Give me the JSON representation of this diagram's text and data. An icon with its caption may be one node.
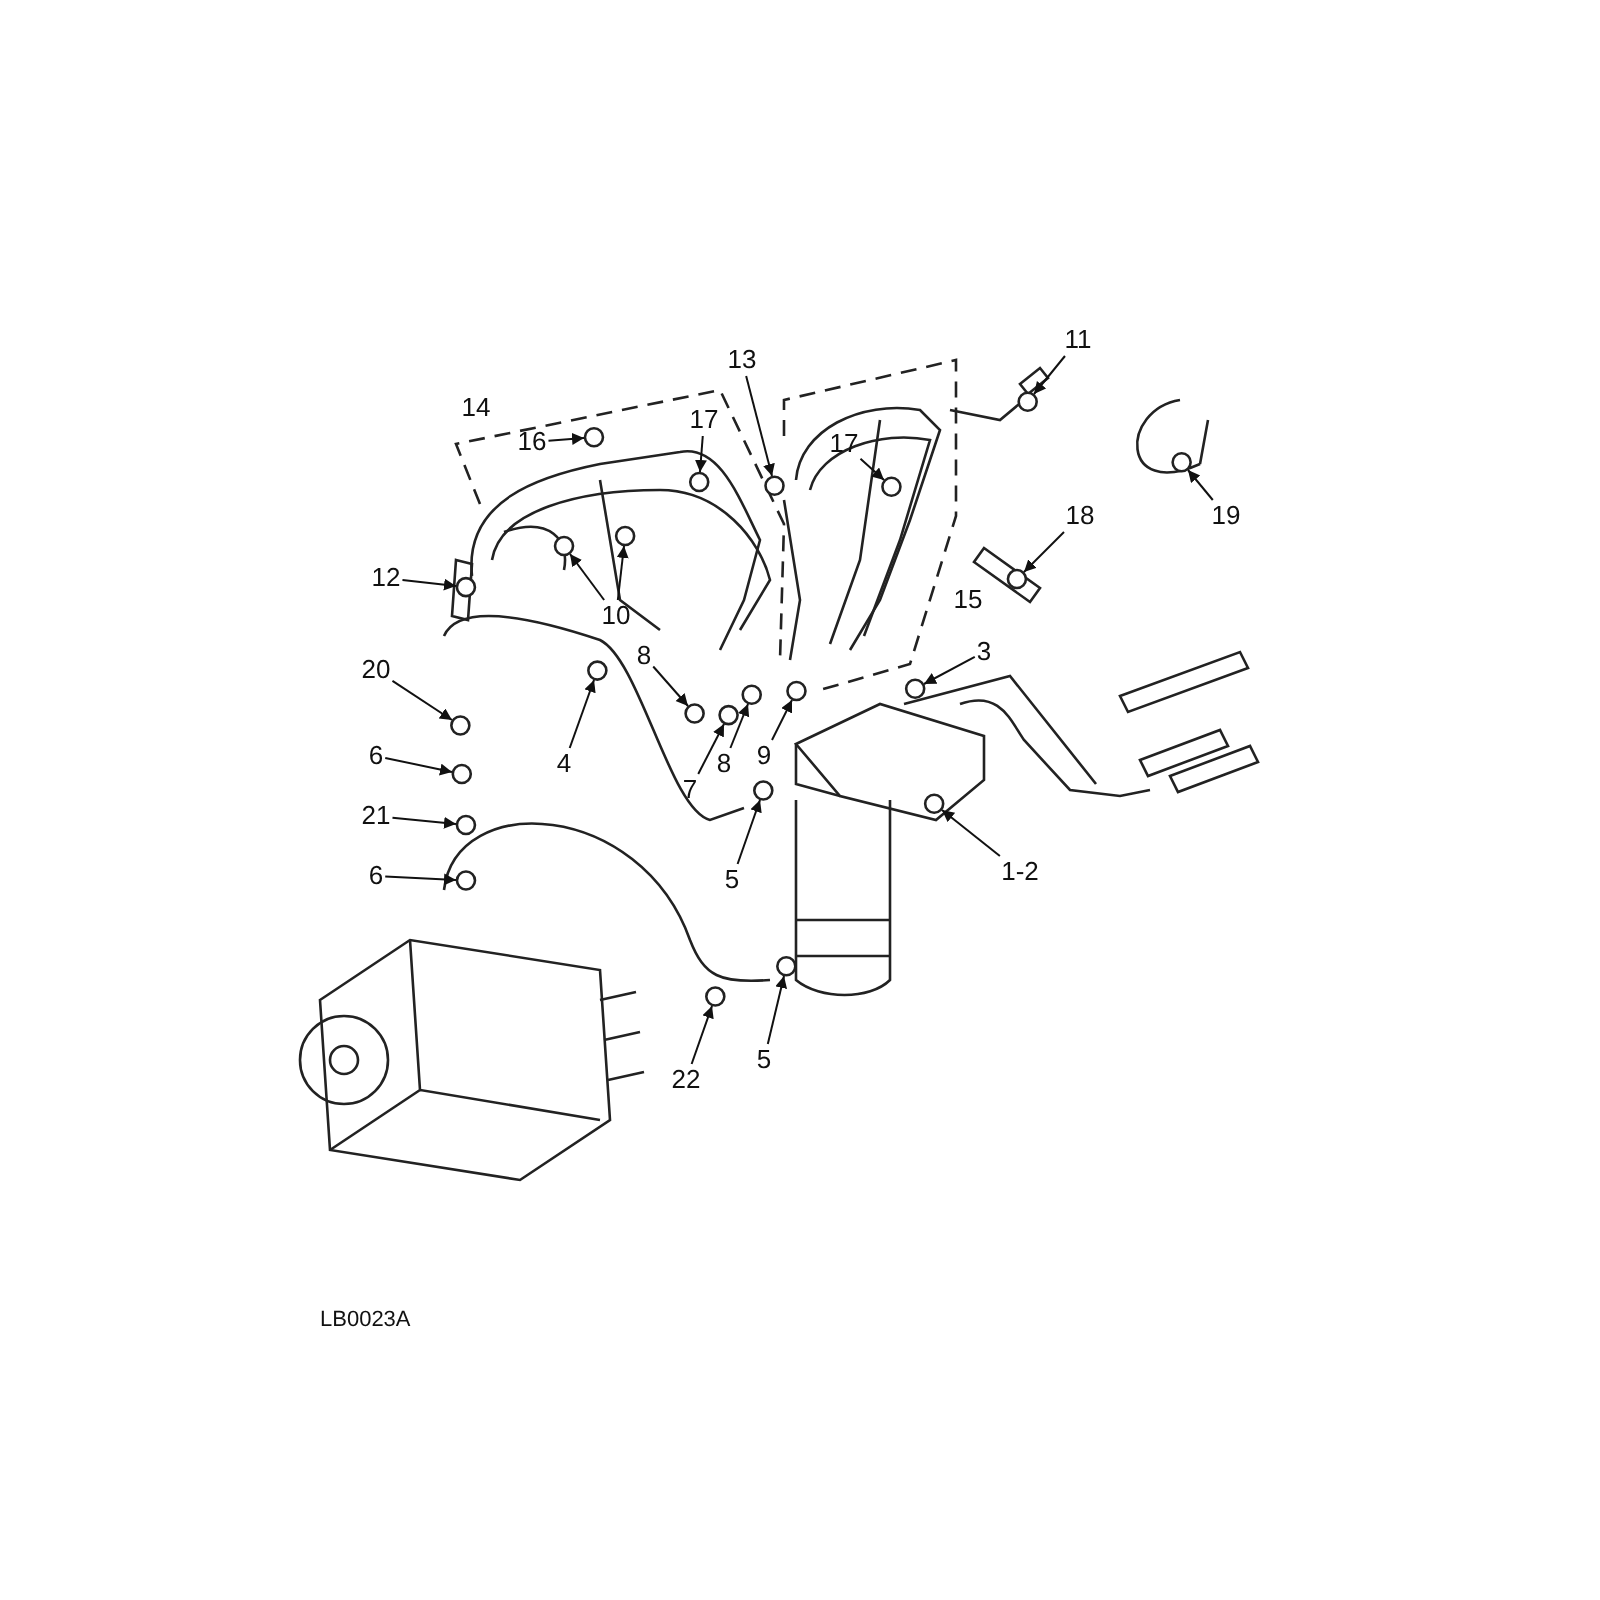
{
  "diagram": {
    "nodes": [
      {
        "text": [
          "13"
        ]
      },
      {
        "text": [
          "11"
        ]
      },
      {
        "text": [
          "14"
        ]
      },
      {
        "text": [
          "16"
        ]
      },
      {
        "text": [
          "17"
        ]
      },
      {
        "text": [
          "17"
        ]
      },
      {
        "text": [
          "19"
        ]
      },
      {
        "text": [
          "18"
        ]
      },
      {
        "text": [
          "12"
        ]
      },
      {
        "text": [
          "10"
        ]
      },
      {
        "text": [
          "15"
        ]
      },
      {
        "text": [
          "3"
        ]
      },
      {
        "text": [
          "20"
        ]
      },
      {
        "text": [
          "8"
        ]
      },
      {
        "text": [
          "8"
        ]
      },
      {
        "text": [
          "9"
        ]
      },
      {
        "text": [
          "7"
        ]
      },
      {
        "text": [
          "4"
        ]
      },
      {
        "text": [
          "6"
        ]
      },
      {
        "text": [
          "21"
        ]
      },
      {
        "text": [
          "6"
        ]
      },
      {
        "text": [
          "5"
        ]
      },
      {
        "text": [
          "1-2"
        ]
      },
      {
        "text": [
          "22"
        ]
      },
      {
        "text": [
          "5"
        ]
      },
      {
        "text": [],
        "shape": "circle"
      },
      {
        "text": [],
        "shape": "circle"
      },
      {
        "text": [],
        "shape": "circle"
      },
      {
        "text": [],
        "shape": "circle"
      },
      {
        "text": [],
        "shape": "circle"
      },
      {
        "text": [],
        "shape": "circle"
      },
      {
        "text": [],
        "shape": "circle"
      },
      {
        "text": [],
        "shape": "circle"
      },
      {
        "text": [],
        "shape": "circle"
      },
      {
        "text": [],
        "shape": "circle"
      },
      {
        "text": [],
        "shape": "circle"
      },
      {
        "text": [],
        "shape": "circle"
      },
      {
        "text": [],
        "shape": "circle"
      },
      {
        "text": [],
        "shape": "circle"
      },
      {
        "text": [],
        "shape": "circle"
      },
      {
        "text": [],
        "shape": "circle"
      },
      {
        "text": [],
        "shape": "circle"
      },
      {
        "text": [],
        "shape": "circle"
      },
      {
        "text": [],
        "shape": "circle"
      },
      {
        "text": [],
        "shape": "circle"
      },
      {
        "text": [],
        "shape": "circle"
      },
      {
        "text": [],
        "shape": "circle"
      },
      {
        "text": [],
        "shape": "circle"
      },
      {
        "text": [],
        "shape": "circle"
      }
    ],
    "edges": [
      {
        "from": 0,
        "to": 25,
        "arrow": "to"
      },
      {
        "from": 1,
        "to": 26,
        "arrow": "to"
      },
      {
        "from": 3,
        "to": 27,
        "arrow": "to"
      },
      {
        "from": 4,
        "to": 28,
        "arrow": "to"
      },
      {
        "from": 5,
        "to": 29,
        "arrow": "to"
      },
      {
        "from": 6,
        "to": 30,
        "arrow": "to"
      },
      {
        "from": 7,
        "to": 31,
        "arrow": "to"
      },
      {
        "from": 8,
        "to": 32,
        "arrow": "to"
      },
      {
        "from": 9,
        "to": 33,
        "arrow": "to"
      },
      {
        "from": 9,
        "to": 34,
        "arrow": "to"
      },
      {
        "from": 11,
        "to": 35,
        "arrow": "to"
      },
      {
        "from": 12,
        "to": 36,
        "arrow": "to"
      },
      {
        "from": 13,
        "to": 37,
        "arrow": "to"
      },
      {
        "from": 14,
        "to": 38,
        "arrow": "to"
      },
      {
        "from": 15,
        "to": 39,
        "arrow": "to"
      },
      {
        "from": 16,
        "to": 40,
        "arrow": "to"
      },
      {
        "from": 17,
        "to": 41,
        "arrow": "to"
      },
      {
        "from": 18,
        "to": 42,
        "arrow": "to"
      },
      {
        "from": 19,
        "to": 43,
        "arrow": "to"
      },
      {
        "from": 20,
        "to": 44,
        "arrow": "to"
      },
      {
        "from": 21,
        "to": 45,
        "arrow": "to"
      },
      {
        "from": 22,
        "to": 46,
        "arrow": "to"
      },
      {
        "from": 23,
        "to": 47,
        "arrow": "to"
      },
      {
        "from": 24,
        "to": 48,
        "arrow": "to"
      }
    ],
    "labels": [
      "LB0023A"
    ]
  }
}
